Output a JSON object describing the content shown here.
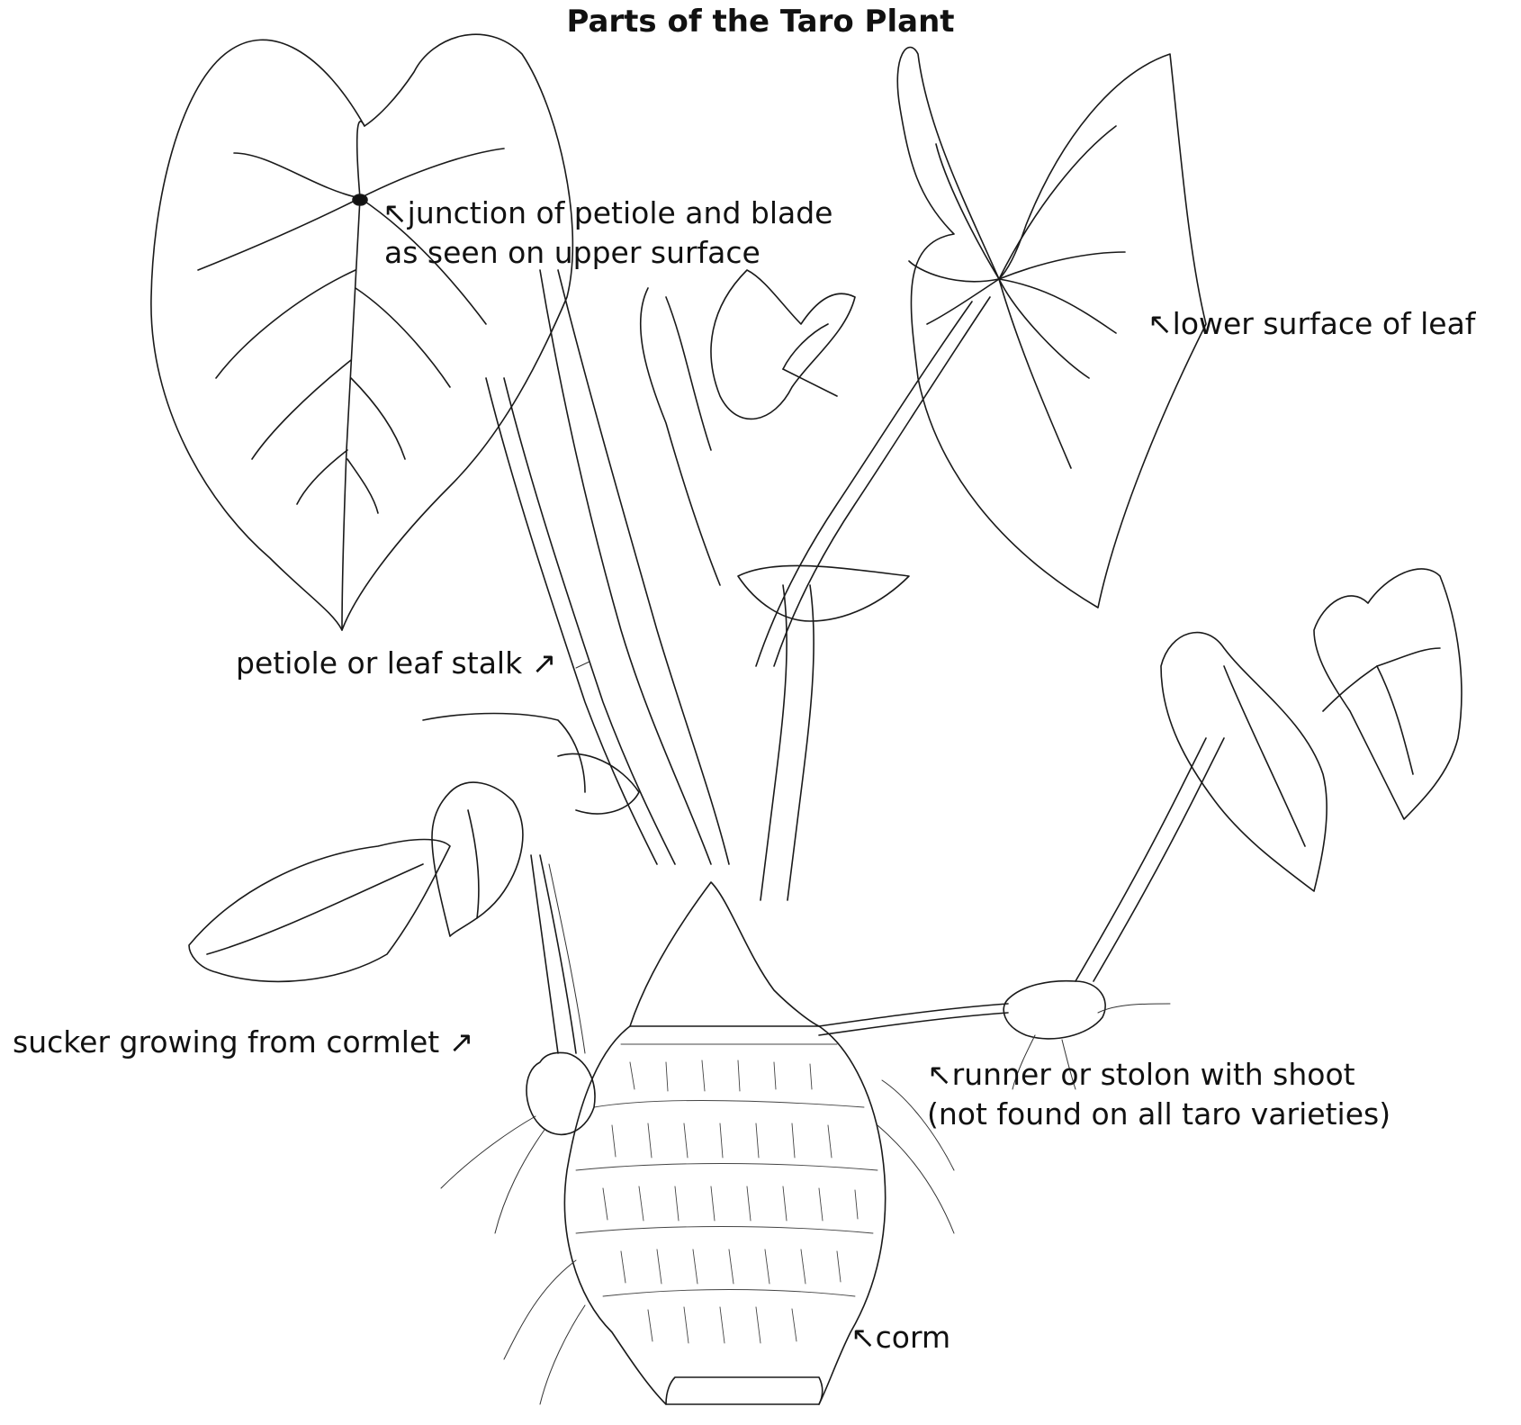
{
  "title": "Parts of the Taro Plant",
  "labels": {
    "junction": {
      "arrow": "↖",
      "line1": "junction of petiole and blade",
      "line2": "as seen on upper surface"
    },
    "lower_surface": {
      "arrow": "↖",
      "line1": "lower surface of leaf"
    },
    "petiole": {
      "line1": "petiole or leaf stalk",
      "arrow": "↗"
    },
    "sucker": {
      "line1": "sucker growing from cormlet",
      "arrow": "↗"
    },
    "runner": {
      "arrow": "↖",
      "line1": "runner or stolon with shoot",
      "line2": "(not found on all taro varieties)"
    },
    "corm": {
      "arrow": "↖",
      "line1": "corm"
    }
  },
  "colors": {
    "ink": "#1a1a1a",
    "background": "#ffffff"
  }
}
